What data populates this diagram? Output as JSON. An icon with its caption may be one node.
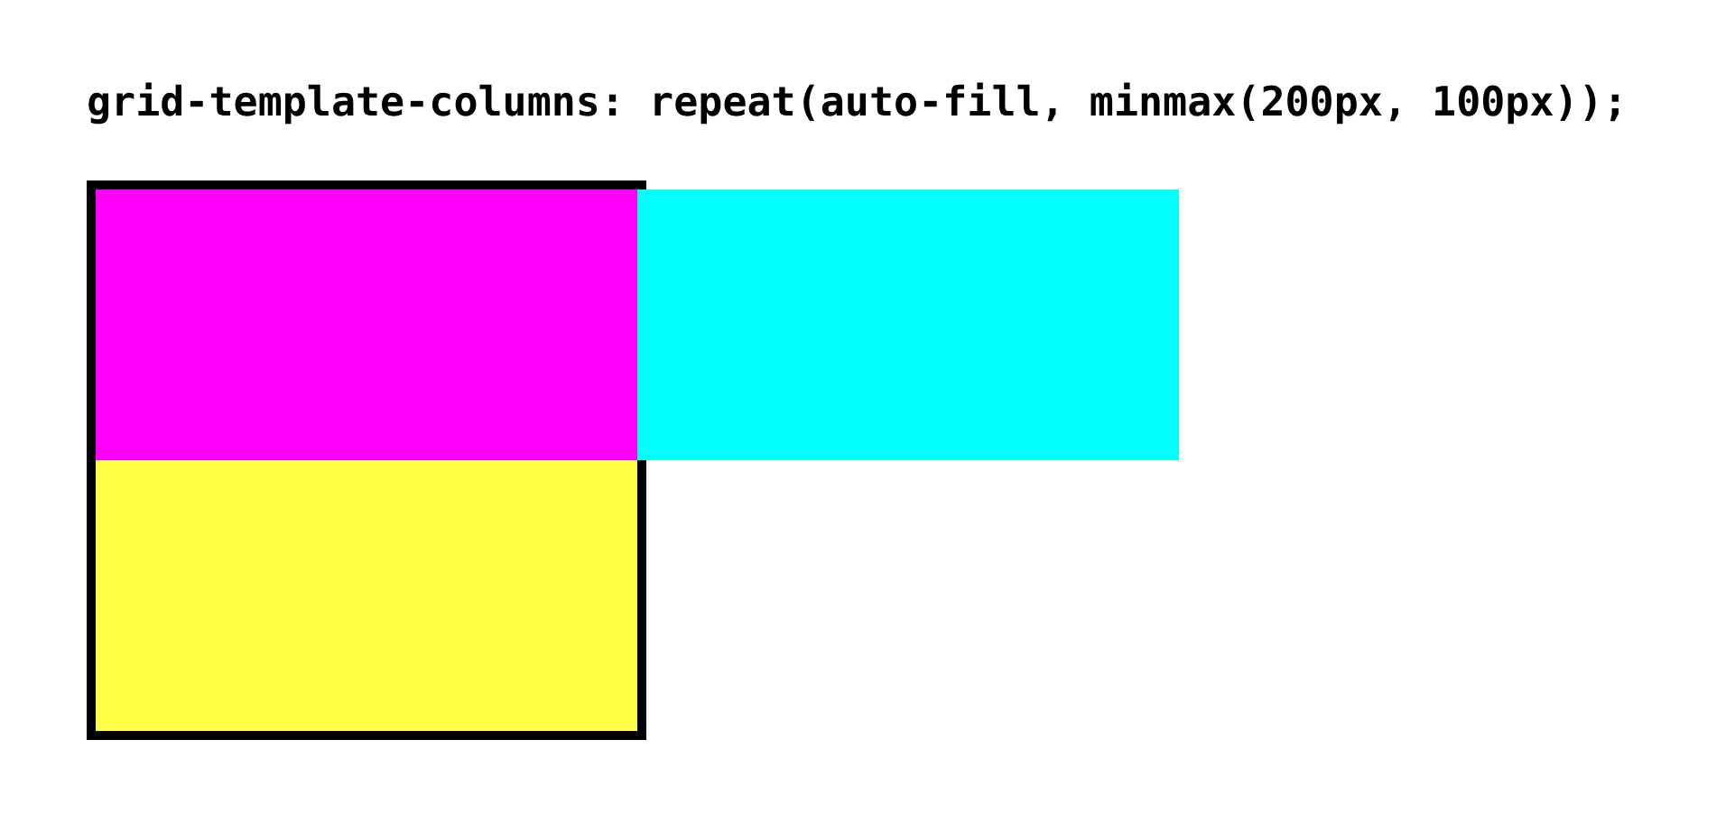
{
  "diagram": {
    "title": "grid-template-columns: repeat(auto-fill, minmax(200px, 100px));",
    "nodes": [
      {
        "text": [],
        "shape": "box"
      },
      {
        "text": [],
        "shape": "box",
        "in": 0
      },
      {
        "text": [],
        "shape": "box"
      },
      {
        "text": [],
        "shape": "box",
        "in": 0
      }
    ]
  }
}
